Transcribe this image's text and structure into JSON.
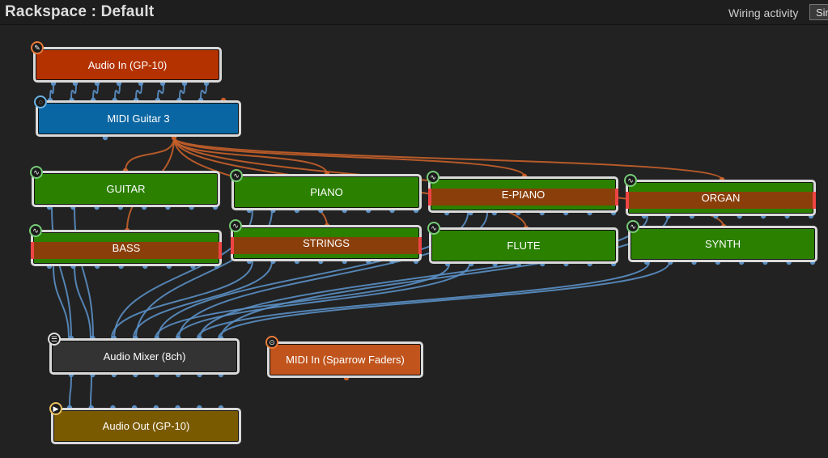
{
  "header": {
    "title": "Rackspace : Default",
    "wiring_label": "Wiring activity",
    "wiring_value": "Sir"
  },
  "colors": {
    "audio_wire": "#5a8fc4",
    "midi_wire": "#c8602a",
    "green_block": "#2b8000",
    "blue_block": "#0a66a2",
    "red_block": "#b33200",
    "mixer_block": "#333333",
    "midi_in_block": "#c0541c",
    "audio_out_block": "#7a5a00"
  },
  "blocks": {
    "audio_in": {
      "label": "Audio In (GP-10)",
      "icon": "pencil-icon"
    },
    "midi_guitar": {
      "label": "MIDI Guitar 3",
      "icon": "gauge-icon"
    },
    "guitar": {
      "label": "GUITAR",
      "icon": "waveform-icon"
    },
    "piano": {
      "label": "PIANO",
      "icon": "waveform-icon"
    },
    "epiano": {
      "label": "E-PIANO",
      "icon": "waveform-icon"
    },
    "organ": {
      "label": "ORGAN",
      "icon": "waveform-icon"
    },
    "bass": {
      "label": "BASS",
      "icon": "waveform-icon"
    },
    "strings": {
      "label": "STRINGS",
      "icon": "waveform-icon"
    },
    "flute": {
      "label": "FLUTE",
      "icon": "waveform-icon"
    },
    "synth": {
      "label": "SYNTH",
      "icon": "waveform-icon"
    },
    "mixer": {
      "label": "Audio Mixer (8ch)",
      "icon": "mixer-sliders-icon"
    },
    "midi_in": {
      "label": "MIDI In (Sparrow Faders)",
      "icon": "midi-port-icon"
    },
    "audio_out": {
      "label": "Audio Out (GP-10)",
      "icon": "speaker-icon"
    }
  }
}
